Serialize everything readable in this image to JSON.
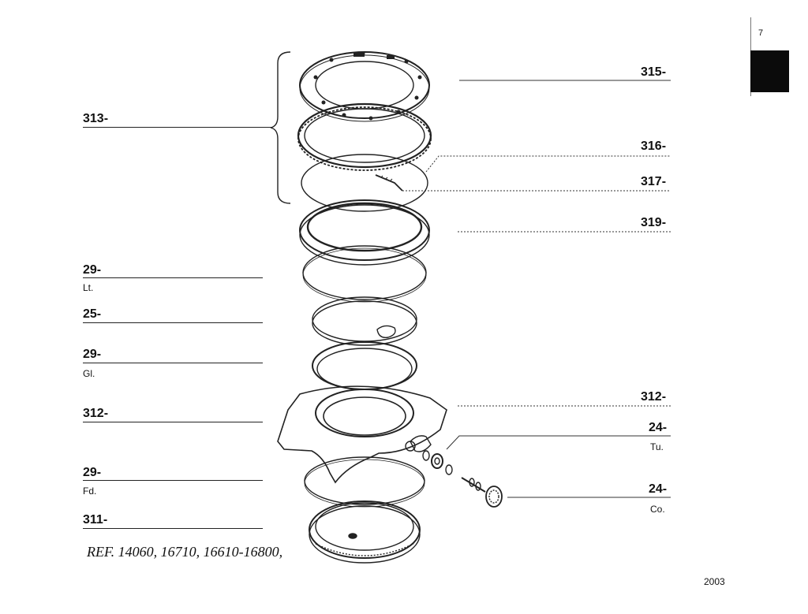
{
  "page": {
    "number": "7",
    "year": "2003"
  },
  "reference": "REF. 14060, 16710, 16610-16800,",
  "left_labels": [
    {
      "key": "p313",
      "part": "313-",
      "sub": ""
    },
    {
      "key": "p29lt",
      "part": "29-",
      "sub": "Lt."
    },
    {
      "key": "p25",
      "part": "25-",
      "sub": ""
    },
    {
      "key": "p29gl",
      "part": "29-",
      "sub": "Gl."
    },
    {
      "key": "p312l",
      "part": "312-",
      "sub": ""
    },
    {
      "key": "p29fd",
      "part": "29-",
      "sub": "Fd."
    },
    {
      "key": "p311",
      "part": "311-",
      "sub": ""
    }
  ],
  "right_labels": [
    {
      "key": "p315",
      "part": "315-",
      "sub": ""
    },
    {
      "key": "p316",
      "part": "316-",
      "sub": ""
    },
    {
      "key": "p317",
      "part": "317-",
      "sub": ""
    },
    {
      "key": "p319",
      "part": "319-",
      "sub": ""
    },
    {
      "key": "p312r",
      "part": "312-",
      "sub": ""
    },
    {
      "key": "p24tu",
      "part": "24-",
      "sub": "Tu."
    },
    {
      "key": "p24co",
      "part": "24-",
      "sub": "Co."
    }
  ],
  "colors": {
    "ink": "#222222",
    "tab": "#0b0b0b",
    "background": "#ffffff"
  }
}
